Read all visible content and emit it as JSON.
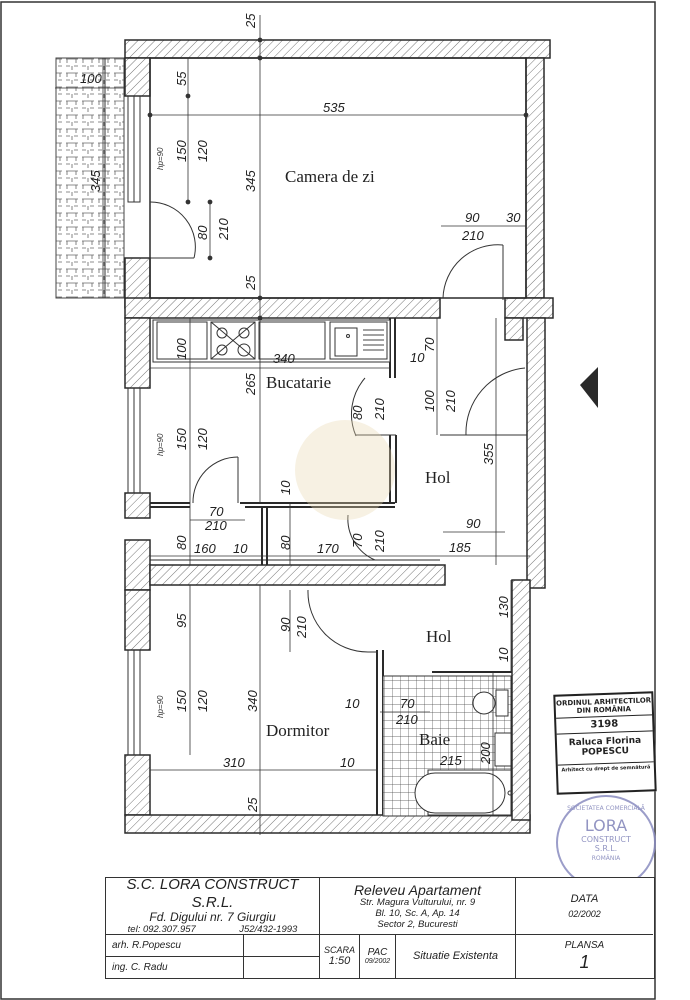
{
  "drawing": {
    "type": "floor-plan",
    "scale": "1:50",
    "north_arrow": "triangle-pointing-left"
  },
  "rooms": [
    {
      "name": "Camera de zi",
      "label": "Camera de zi"
    },
    {
      "name": "Bucatarie",
      "label": "Bucatarie"
    },
    {
      "name": "Hol",
      "label": "Hol"
    },
    {
      "name": "Hol-2",
      "label": "Hol"
    },
    {
      "name": "Dormitor",
      "label": "Dormitor"
    },
    {
      "name": "Baie",
      "label": "Baie"
    }
  ],
  "dimensions": {
    "camera_de_zi": {
      "wall_top": "25",
      "wall_bottom": "25",
      "width": "535",
      "depth": "345",
      "window_sill": "55",
      "window_height": "150",
      "window_inner": "120",
      "window_hp": "hp=90",
      "balcony_door": "80",
      "balcony_door_h": "210",
      "door_width": "90",
      "door_height": "210",
      "door_offset": "30"
    },
    "balcony": {
      "width": "100",
      "length": "345"
    },
    "bucatarie": {
      "counter": "100",
      "width": "340",
      "depth": "265",
      "window_height": "150",
      "window_inner": "120",
      "window_hp": "hp=90",
      "door_width": "80",
      "door_height": "210",
      "partition": "10",
      "pantry_door_w": "70",
      "pantry_door_h": "210"
    },
    "hol": {
      "wall_offset": "70",
      "wall_thick": "10",
      "entry_door": "100",
      "entry_door_h": "210",
      "depth": "355",
      "width": "185",
      "door_w": "90"
    },
    "storage": {
      "left_depth": "80",
      "left_width": "160",
      "left_wall": "10",
      "right_depth": "80",
      "right_width": "170",
      "door_w": "70",
      "door_h": "210"
    },
    "hol_2": {
      "depth": "130",
      "wall": "10"
    },
    "dormitor": {
      "top_sill": "95",
      "window_height": "150",
      "window_inner": "120",
      "window_hp": "hp=90",
      "depth": "340",
      "width": "310",
      "wall": "10",
      "wall_bottom": "25",
      "door_w": "90",
      "door_h": "210",
      "wall_right": "10"
    },
    "baie": {
      "door_w": "70",
      "door_h": "210",
      "width": "215",
      "depth": "200"
    }
  },
  "stamp": {
    "line1": "ORDINUL ARHITECTILOR",
    "line2": "DIN ROMÂNIA",
    "number": "3198",
    "name1": "Raluca Florina",
    "name2": "POPESCU",
    "footer": "Arhitect cu drept de semnătură"
  },
  "seal": {
    "top": "SOCIETATEA COMERCIALĂ",
    "center1": "LORA",
    "center2": "CONSTRUCT",
    "center3": "S.R.L.",
    "bottom": "ROMÂNIA"
  },
  "title_block": {
    "company": "S.C. LORA CONSTRUCT S.R.L.",
    "company_address": "Fd. Digului nr. 7 Giurgiu",
    "phone": "tel: 092.307.957",
    "registry": "J52/432-1993",
    "project_title": "Releveu Apartament",
    "address_line1": "Str. Magura Vulturului, nr. 9",
    "address_line2": "Bl. 10, Sc. A, Ap. 14",
    "address_line3": "Sector 2, Bucuresti",
    "date_label": "DATA",
    "date_value": "02/2002",
    "architect": "arh. R.Popescu",
    "engineer": "ing. C. Radu",
    "scale_label": "SCARA",
    "scale_value": "1:50",
    "phase_label": "PAC",
    "phase_date": "09/2002",
    "sheet_title": "Situatie Existenta",
    "sheet_label": "PLANSA",
    "sheet_number": "1"
  },
  "colors": {
    "line": "#2a2a2a",
    "hatch": "#555555",
    "seal": "#7f82b8",
    "watermark": "#e8d6b0"
  }
}
